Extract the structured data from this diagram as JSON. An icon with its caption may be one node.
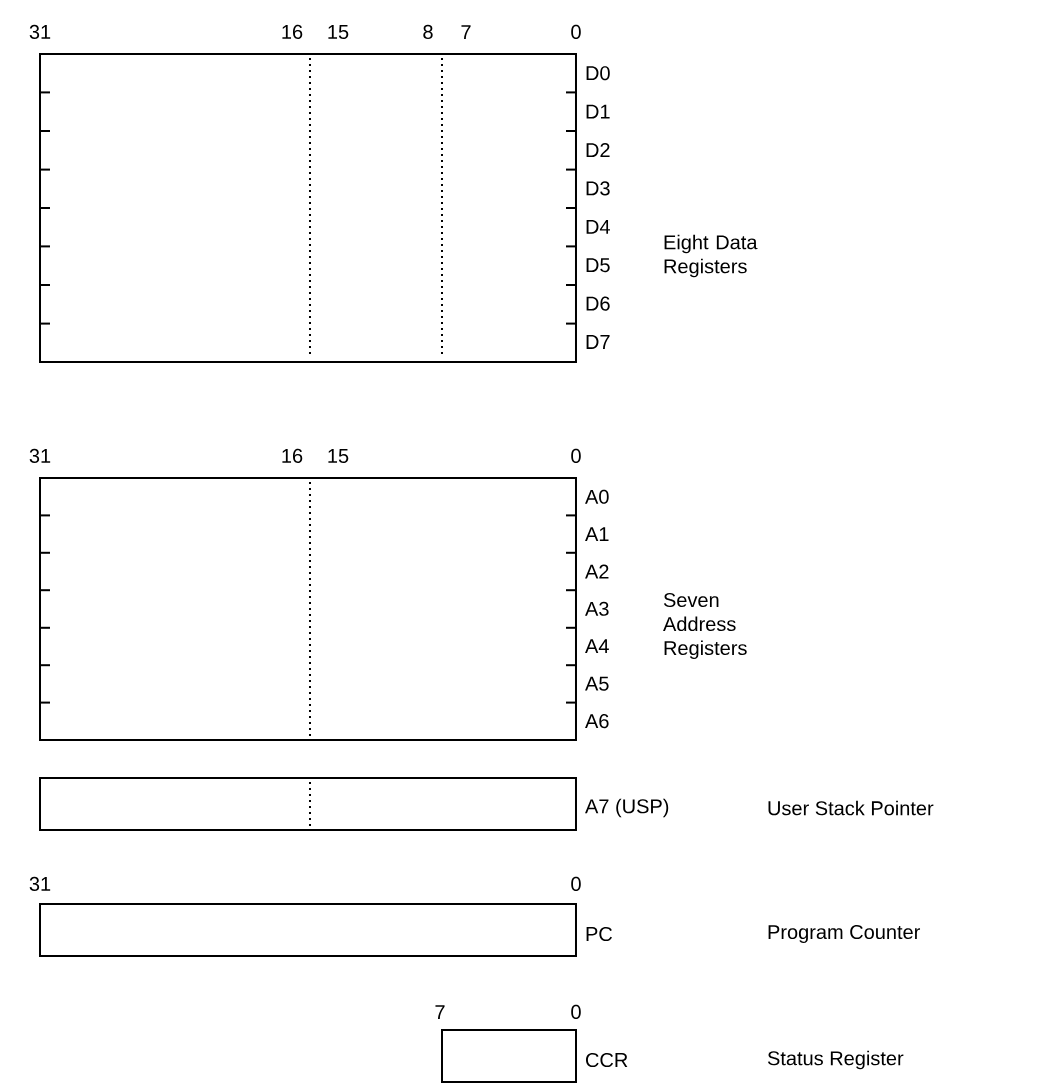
{
  "diagram": {
    "labels": [
      "31",
      "16",
      "15",
      "8",
      "7",
      "0",
      "D0",
      "D1",
      "D2",
      "D3",
      "D4",
      "D5",
      "D6",
      "D7",
      "Eight Data Registers",
      "31",
      "16",
      "15",
      "0",
      "A0",
      "A1",
      "A2",
      "A3",
      "A4",
      "A5",
      "A6",
      "Seven Address Registers",
      "A7 (USP)",
      "User Stack Pointer",
      "31",
      "0",
      "PC",
      "Program Counter",
      "7",
      "0",
      "CCR",
      "Status Register"
    ]
  }
}
